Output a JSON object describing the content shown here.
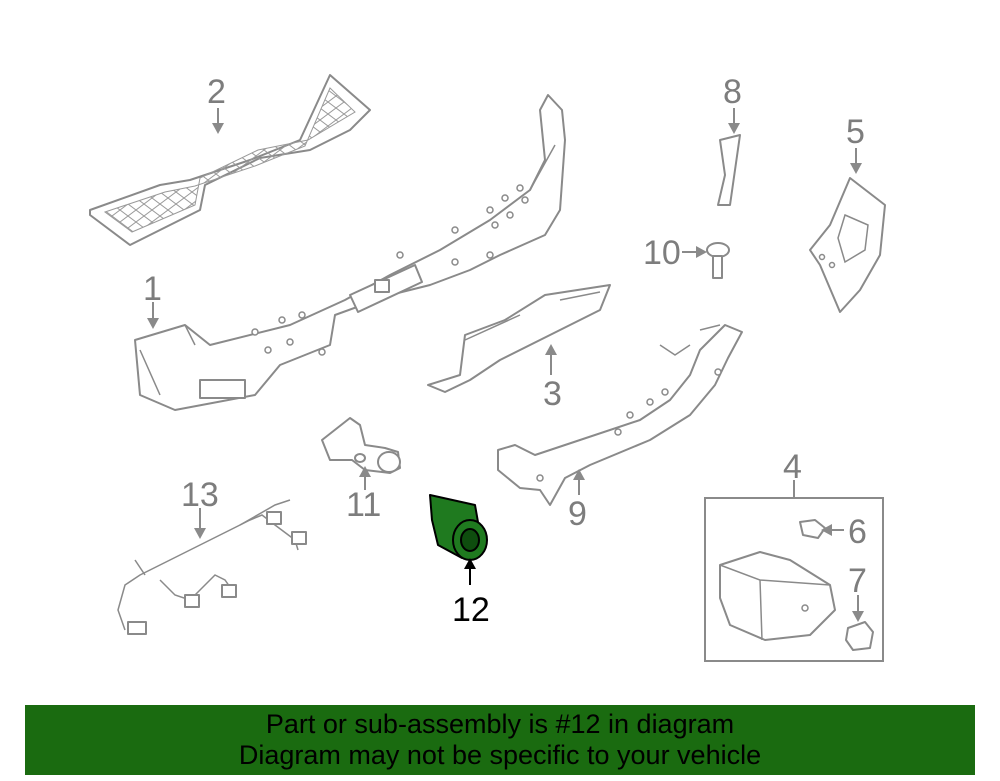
{
  "diagram": {
    "callouts": [
      "1",
      "2",
      "3",
      "4",
      "5",
      "6",
      "7",
      "8",
      "9",
      "10",
      "11",
      "12",
      "13"
    ],
    "highlighted_part": "12",
    "colors": {
      "part_stroke": "#8a8a8a",
      "highlight_fill": "#1f7a1f",
      "banner_bg": "#1a6b10"
    }
  },
  "banner": {
    "line1": "Part or sub-assembly is #12 in diagram",
    "line2": "Diagram may not be specific to your vehicle"
  }
}
